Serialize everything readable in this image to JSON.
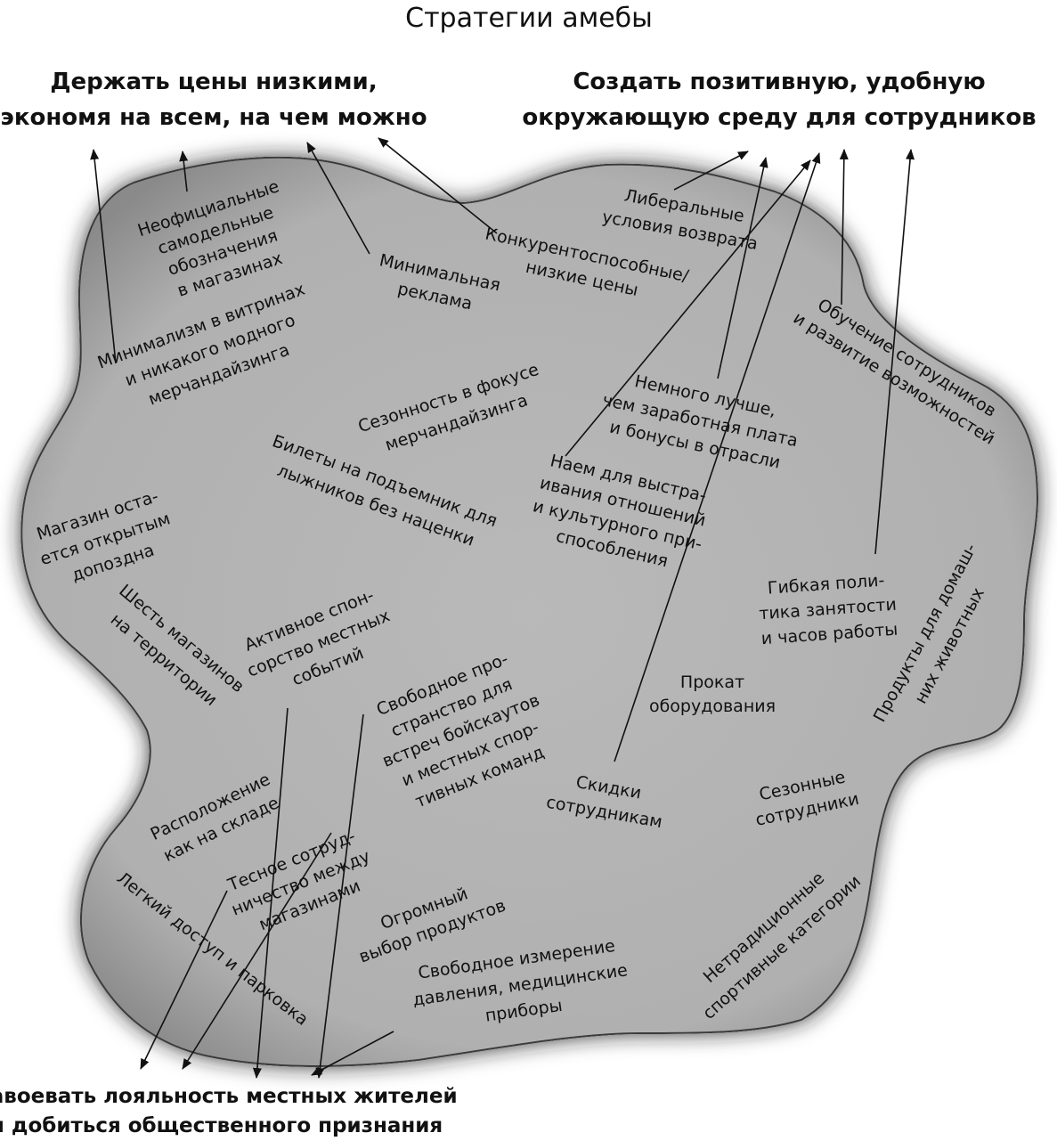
{
  "title": "Стратегии амебы",
  "goals": {
    "low_prices": [
      "Держать цены низкими,",
      "экономя на всем, на чем можно"
    ],
    "environment": [
      "Создать позитивную, удобную",
      "окружающую среду для сотрудников"
    ],
    "loyalty": [
      "Завоевать лояльность местных жителей",
      "и добиться общественного признания"
    ]
  },
  "strategies": [
    {
      "id": "homemade-signs",
      "lines": [
        "Неофициальные",
        "самодельные",
        "обозначения",
        "в магазинах"
      ]
    },
    {
      "id": "minimal-ads",
      "lines": [
        "Минимальная",
        "реклама"
      ]
    },
    {
      "id": "competitive-prices",
      "lines": [
        "Конкурентоспособные/",
        "низкие цены"
      ]
    },
    {
      "id": "liberal-returns",
      "lines": [
        "Либеральные",
        "условия возврата"
      ]
    },
    {
      "id": "minimal-windows",
      "lines": [
        "Минимализм в витринах",
        "и никакого модного",
        "мерчандайзинга"
      ]
    },
    {
      "id": "seasonal-merch",
      "lines": [
        "Сезонность в фокусе",
        "мерчандайзинга"
      ]
    },
    {
      "id": "better-pay",
      "lines": [
        "Немного лучше,",
        "чем заработная плата",
        "и бонусы в отрасли"
      ]
    },
    {
      "id": "training",
      "lines": [
        "Обучение сотрудников",
        "и развитие возможностей"
      ]
    },
    {
      "id": "open-late",
      "lines": [
        "Магазин оста-",
        "ется открытым",
        "допоздна"
      ]
    },
    {
      "id": "ski-tickets",
      "lines": [
        "Билеты на подъемник для",
        "лыжников без наценки"
      ]
    },
    {
      "id": "hiring",
      "lines": [
        "Наем для выстра-",
        "ивания отношений",
        "и культурного при-",
        "способления"
      ]
    },
    {
      "id": "flexible-hours",
      "lines": [
        "Гибкая поли-",
        "тика занятости",
        "и часов работы"
      ]
    },
    {
      "id": "six-stores",
      "lines": [
        "Шесть магазинов",
        "на территории"
      ]
    },
    {
      "id": "sponsorship",
      "lines": [
        "Активное спон-",
        "сорство местных",
        "событий"
      ]
    },
    {
      "id": "pet-products",
      "lines": [
        "Продукты для домаш-",
        "них животных"
      ]
    },
    {
      "id": "rental",
      "lines": [
        "Прокат",
        "оборудования"
      ]
    },
    {
      "id": "free-space",
      "lines": [
        "Свободное про-",
        "странство для",
        "встреч бойскаутов",
        "и местных спор-",
        "тивных команд"
      ]
    },
    {
      "id": "warehouse",
      "lines": [
        "Расположение",
        "как на складе"
      ]
    },
    {
      "id": "discounts",
      "lines": [
        "Скидки",
        "сотрудникам"
      ]
    },
    {
      "id": "seasonal-staff",
      "lines": [
        "Сезонные",
        "сотрудники"
      ]
    },
    {
      "id": "cooperation",
      "lines": [
        "Тесное сотруд-",
        "ничество между",
        "магазинами"
      ]
    },
    {
      "id": "wide-selection",
      "lines": [
        "Огромный",
        "выбор продуктов"
      ]
    },
    {
      "id": "easy-access",
      "lines": [
        "Легкий доступ и парковка"
      ]
    },
    {
      "id": "blood-pressure",
      "lines": [
        "Свободное измерение",
        "давления, медицинские",
        "приборы"
      ]
    },
    {
      "id": "nontraditional",
      "lines": [
        "Нетрадиционные",
        "спортивные категории"
      ]
    }
  ]
}
